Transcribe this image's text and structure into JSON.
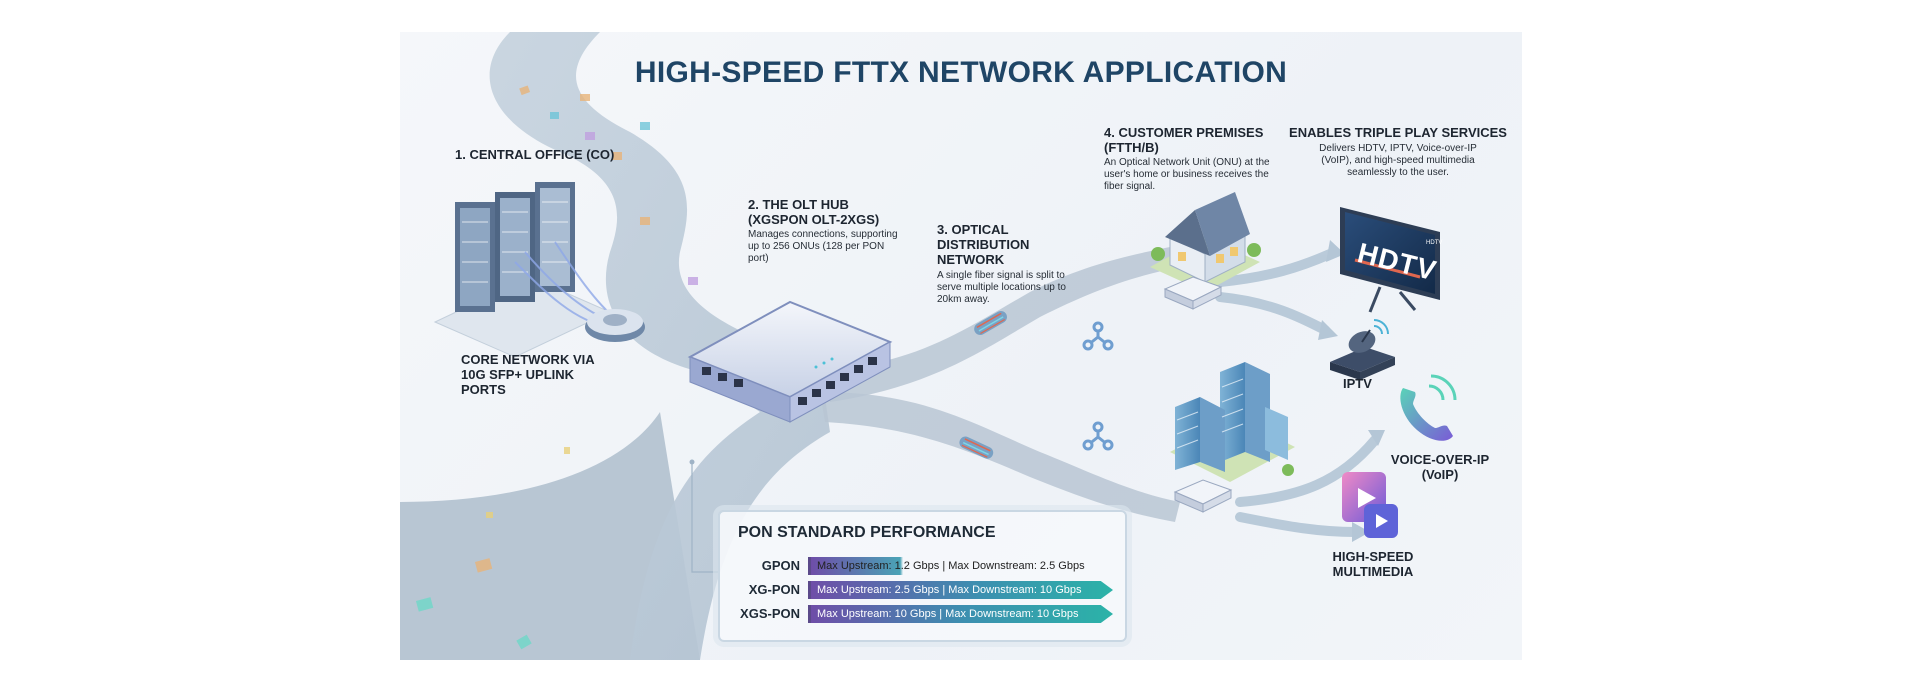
{
  "title": "HIGH-SPEED FTTX NETWORK APPLICATION",
  "central_office": {
    "heading": "1. CENTRAL OFFICE (CO)"
  },
  "core_network": {
    "heading": "CORE NETWORK VIA 10G SFP+ UPLINK PORTS"
  },
  "olt_hub": {
    "heading_line1": "2. THE OLT HUB",
    "heading_line2": "(XGSPON OLT-2XGS)",
    "description": "Manages connections, supporting up to 256 ONUs (128 per PON port)"
  },
  "odn": {
    "heading": "3. OPTICAL DISTRIBUTION NETWORK",
    "description": "A single fiber signal is split to serve multiple locations up to 20km away."
  },
  "customer_premises": {
    "heading": "4. CUSTOMER PREMISES (FTTH/B)",
    "description": "An Optical Network Unit (ONU) at the user's home or business receives the fiber signal."
  },
  "triple_play": {
    "heading": "ENABLES TRIPLE PLAY SERVICES",
    "description": "Delivers HDTV, IPTV, Voice-over-IP (VoIP), and high-speed multimedia seamlessly to the user."
  },
  "services": {
    "hdtv_screen": "HDTV",
    "hdtv_badge": "HDTV",
    "iptv": "IPTV",
    "voip_line1": "VOICE-OVER-IP",
    "voip_line2": "(VoIP)",
    "multimedia_line1": "HIGH-SPEED",
    "multimedia_line2": "MULTIMEDIA"
  },
  "pon_table": {
    "title": "PON STANDARD PERFORMANCE",
    "rows": [
      {
        "name": "GPON",
        "text": "Max Upstream: 1.2 Gbps | Max Downstream: 2.5 Gbps"
      },
      {
        "name": "XG-PON",
        "text": "Max Upstream: 2.5 Gbps | Max Downstream: 10 Gbps"
      },
      {
        "name": "XGS-PON",
        "text": "Max Upstream: 10 Gbps | Max Downstream: 10 Gbps"
      }
    ]
  },
  "colors": {
    "title": "#1f4566",
    "road": "#b9c8d6",
    "accent_purple": "#6e4ea8",
    "accent_teal": "#2bb3a8"
  },
  "icons": [
    "server-rack-icon",
    "olt-device-icon",
    "splitter-icon",
    "house-icon",
    "onu-icon",
    "office-building-icon",
    "hdtv-icon",
    "satellite-dish-icon",
    "phone-icon",
    "video-play-icon",
    "fiber-bundle-icon"
  ]
}
